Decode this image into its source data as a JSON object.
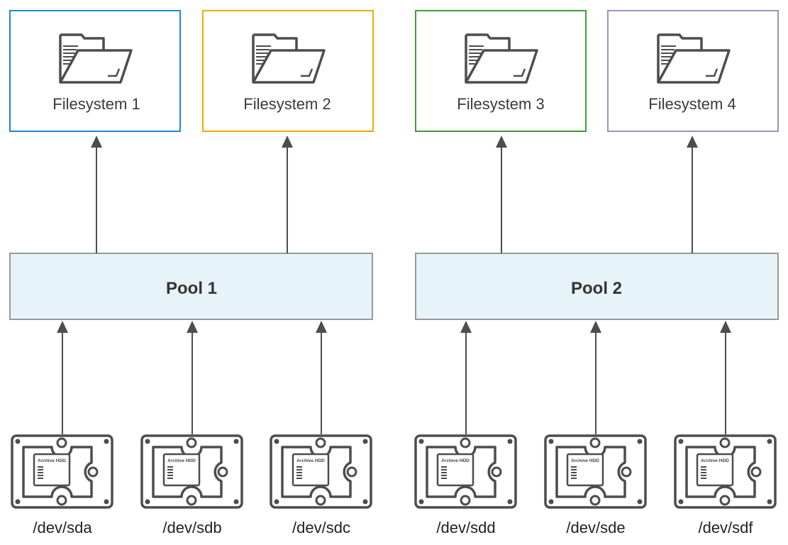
{
  "filesystems": [
    {
      "label": "Filesystem 1",
      "color": "#1f8ac9"
    },
    {
      "label": "Filesystem 2",
      "color": "#f0ab00"
    },
    {
      "label": "Filesystem 3",
      "color": "#3f9c35"
    },
    {
      "label": "Filesystem 4",
      "color": "#a18fbf"
    }
  ],
  "pools": [
    {
      "label": "Pool 1"
    },
    {
      "label": "Pool 2"
    }
  ],
  "disks": [
    {
      "label": "/dev/sda",
      "badge": "Archive HDD"
    },
    {
      "label": "/dev/sdb",
      "badge": "Archive HDD"
    },
    {
      "label": "/dev/sdc",
      "badge": "Archive HDD"
    },
    {
      "label": "/dev/sdd",
      "badge": "Archive HDD"
    },
    {
      "label": "/dev/sde",
      "badge": "Archive HDD"
    },
    {
      "label": "/dev/sdf",
      "badge": "Archive HDD"
    }
  ],
  "colors": {
    "pool_fill": "#e6f3f8",
    "pool_stroke": "#999999",
    "arrow": "#4d4d4d",
    "icon": "#4d4d4d"
  },
  "icons": {
    "folder": "folder-icon",
    "disk": "hard-drive-icon"
  }
}
